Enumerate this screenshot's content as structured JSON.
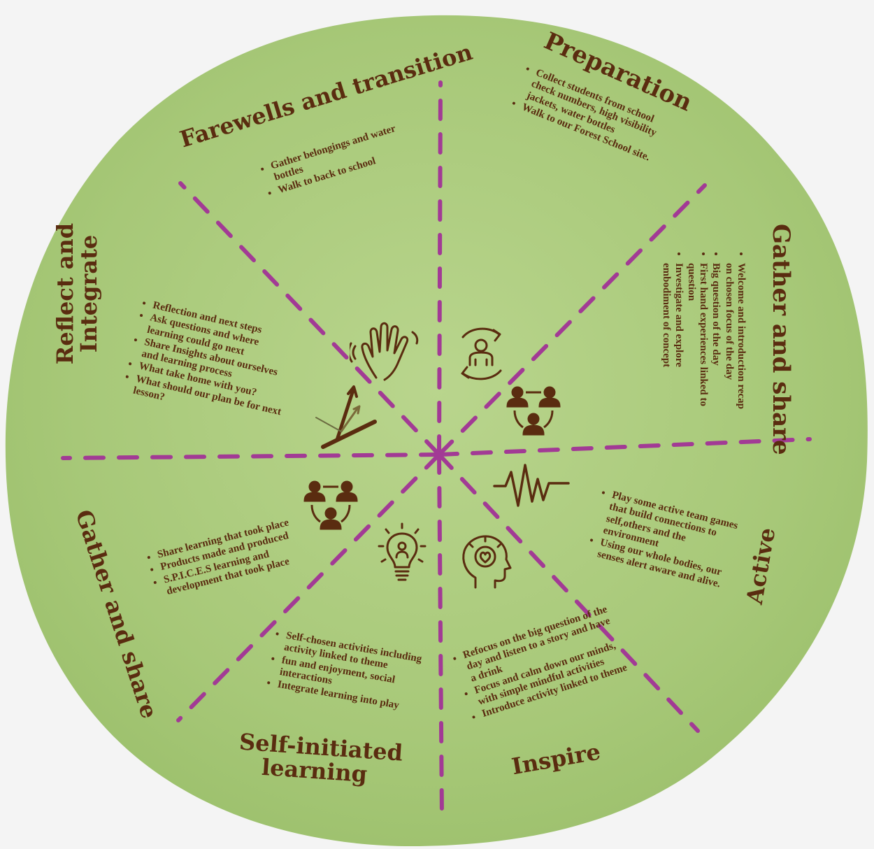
{
  "colors": {
    "background": "#f4f4f4",
    "disc": "#a8c97a",
    "disc_light": "#bcd68f",
    "divider": "#a23a95",
    "text": "#5a2c10"
  },
  "icons": {
    "hand": "waving-hand-icon",
    "cycle_person": "person-cycle-icon",
    "group": "group-connection-icon",
    "pulse": "heartbeat-pulse-icon",
    "mind": "mindful-head-icon",
    "bulb": "lightbulb-idea-icon",
    "group_left": "group-connection-icon",
    "arrows": "reflection-arrows-icon"
  },
  "sections": {
    "preparation": {
      "title": "Preparation",
      "bullets": [
        "Collect students from school check numbers, high visibility jackets, water bottles",
        "Walk to our Forest School site."
      ]
    },
    "gather_share_right": {
      "title": "Gather and share",
      "bullets": [
        "Welcome and introduction recap on chosen focus of the day",
        "Big question of the day",
        "First hand experiences linked to question",
        "Investigate and explore embodiment of concept"
      ]
    },
    "active": {
      "title": "Active",
      "bullets": [
        "Play some active team games that build connections to self,others and the environment",
        "Using our whole bodies, our senses alert aware and alive."
      ]
    },
    "inspire": {
      "title": "Inspire",
      "bullets": [
        "Refocus on the big question of the day and listen to a story and have a drink",
        "Focus and calm down our minds, with simple mindful activities",
        "Introduce activity linked to theme"
      ]
    },
    "self_initiated": {
      "title_line1": "Self-initiated",
      "title_line2": "learning",
      "bullets": [
        "Self-chosen activities including activity linked to theme",
        "fun and enjoyment, social interactions",
        "Integrate learning into play"
      ]
    },
    "gather_share_left": {
      "title": "Gather and share",
      "bullets": [
        "Share learning that took place",
        "Products made and produced",
        "S.P.I.C.E.S learning and development that took place"
      ]
    },
    "reflect": {
      "title_line1": "Reflect and",
      "title_line2": "Integrate",
      "bullets": [
        "Reflection and next steps",
        "Ask questions and where learning could go next",
        "Share Insights about ourselves and learning process",
        "What take home with you?",
        "What should our plan be for next lesson?"
      ]
    },
    "farewells": {
      "title": "Farewells and transition",
      "bullets": [
        "Gather belongings and water bottles",
        "Walk to back to school"
      ]
    }
  }
}
